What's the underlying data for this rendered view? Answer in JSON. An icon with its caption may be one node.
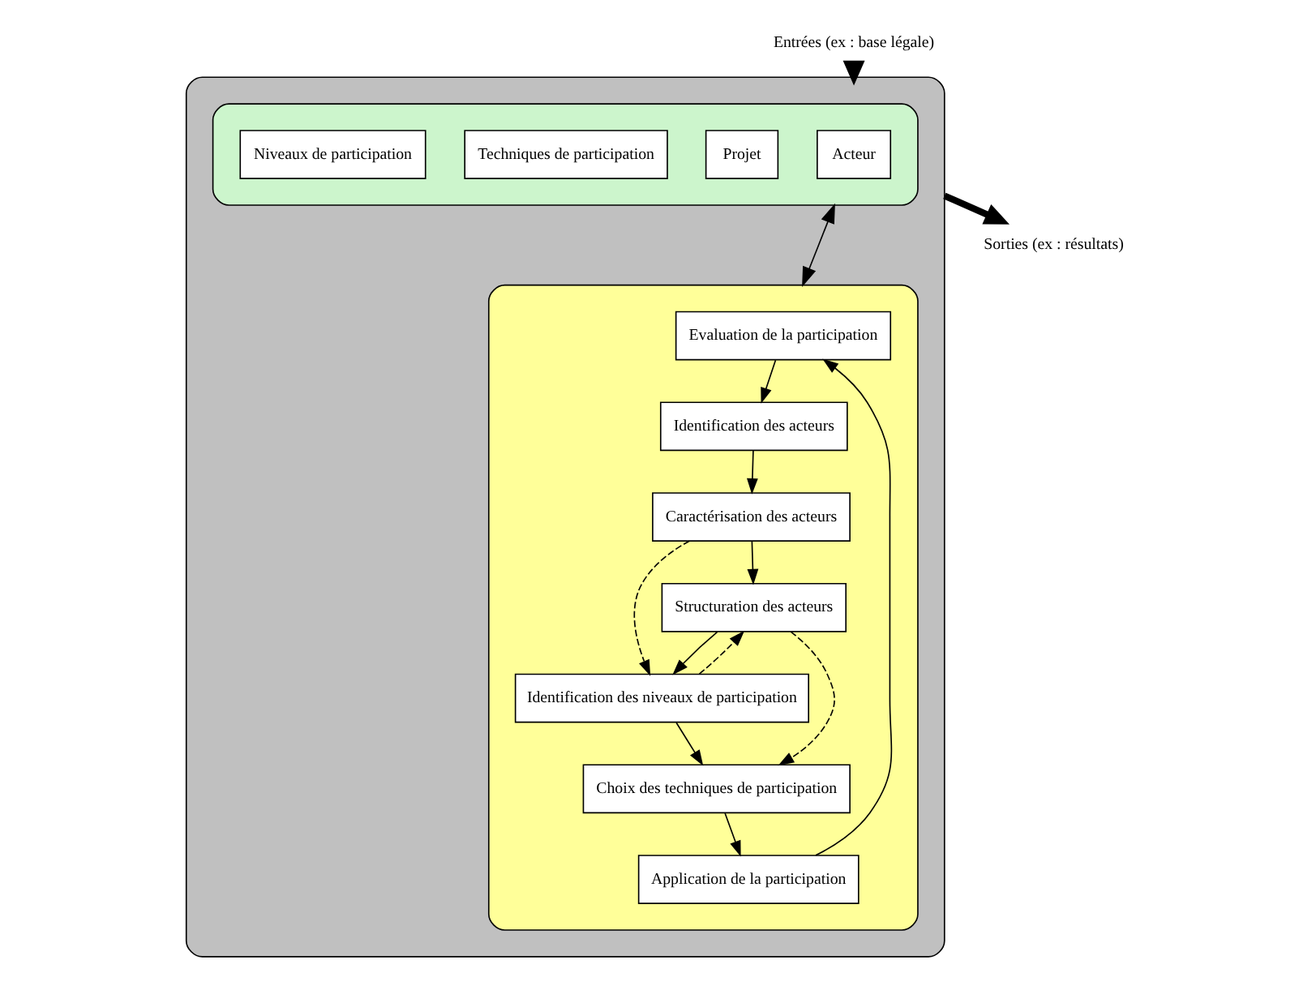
{
  "diagram": {
    "nodes": [
      {
        "text": [],
        "shape": "ellipse"
      },
      {
        "text": [],
        "shape": "ellipse",
        "in": 0
      },
      {
        "text": [
          "Acteur"
        ],
        "in": 1
      },
      {
        "text": [
          "Projet"
        ],
        "in": 1
      },
      {
        "text": [
          "Techniques de participation"
        ],
        "in": 1
      },
      {
        "text": [
          "Niveaux de participation"
        ],
        "in": 1
      },
      {
        "text": [],
        "shape": "ellipse",
        "in": 0
      },
      {
        "text": [
          "Evaluation de la participation"
        ],
        "in": 6
      },
      {
        "text": [
          "Identification des acteurs"
        ],
        "in": 6
      },
      {
        "text": [
          "Caractérisation des acteurs"
        ],
        "in": 6
      },
      {
        "text": [
          "Structuration des acteurs"
        ],
        "in": 6
      },
      {
        "text": [
          "Identification des niveaux de participation"
        ],
        "in": 6
      },
      {
        "text": [
          "Choix des techniques de participation"
        ],
        "in": 6
      },
      {
        "text": [
          "Application de la participation"
        ],
        "in": 6
      },
      {
        "text": [
          "Entrées (ex : base légale)"
        ]
      },
      {
        "text": [
          "Sorties (ex : résultats)"
        ]
      }
    ],
    "edges": [
      {
        "from": 1,
        "to": 6,
        "arrow": "both"
      },
      {
        "from": 7,
        "to": 8,
        "arrow": "to"
      },
      {
        "from": 8,
        "to": 9,
        "arrow": "to"
      },
      {
        "from": 9,
        "to": 10,
        "arrow": "to"
      },
      {
        "from": 10,
        "to": 11,
        "arrow": "to"
      },
      {
        "from": 11,
        "to": 10,
        "arrow": "to",
        "style": "dashed"
      },
      {
        "from": 9,
        "to": 11,
        "arrow": "to",
        "style": "dashed"
      },
      {
        "from": 10,
        "to": 12,
        "arrow": "to",
        "style": "dashed"
      },
      {
        "from": 11,
        "to": 12,
        "arrow": "to"
      },
      {
        "from": 12,
        "to": 13,
        "arrow": "to"
      },
      {
        "from": 13,
        "to": 7,
        "arrow": "to"
      },
      {
        "from": 14,
        "to": 0,
        "arrow": "to",
        "style": "thick"
      },
      {
        "from": 0,
        "to": 15,
        "arrow": "to",
        "style": "thick"
      }
    ]
  }
}
